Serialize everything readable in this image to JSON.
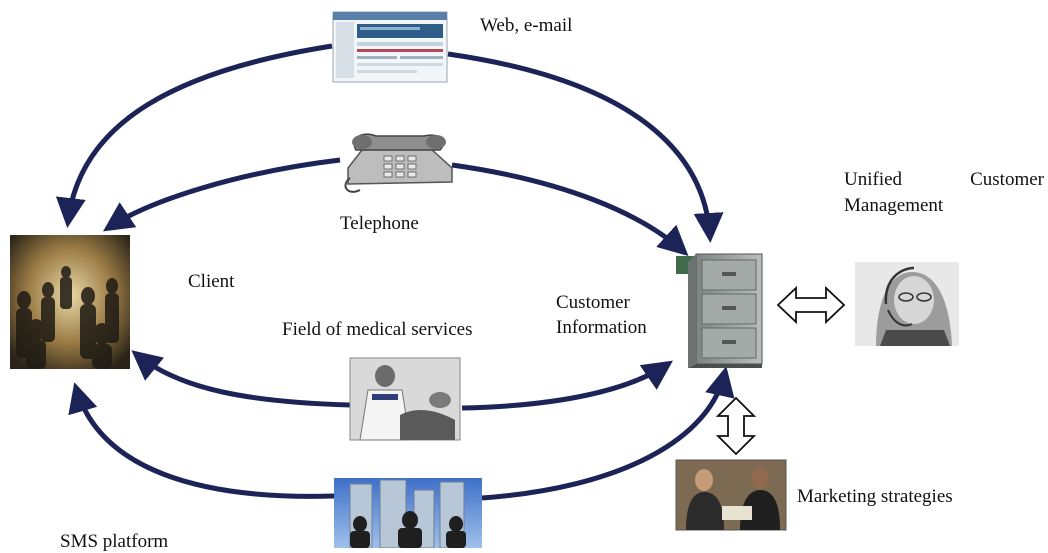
{
  "colors": {
    "arrow": "#1c2457",
    "people": "#3a3a3a",
    "cabinet": "#8c9391",
    "cabinet_side": "#3f6b4a"
  },
  "icons": {
    "web": "web-page-screenshot-icon",
    "telephone": "telephone-icon",
    "client": "crowd-photo-icon",
    "medical": "nurse-patient-photo-icon",
    "sms": "business-people-photo-icon",
    "cabinet": "filing-cabinet-icon",
    "headset": "headset-operator-photo-icon",
    "marketing": "business-meeting-photo-icon"
  },
  "labels": {
    "web": "Web, e-mail",
    "telephone": "Telephone",
    "client": "Client",
    "medical": "Field of medical services",
    "customer_info_line1": "Customer",
    "customer_info_line2": "Information",
    "unified_line1": "Unified Customer",
    "unified_line2": "Management",
    "marketing": "Marketing strategies",
    "sms": "SMS platform"
  }
}
